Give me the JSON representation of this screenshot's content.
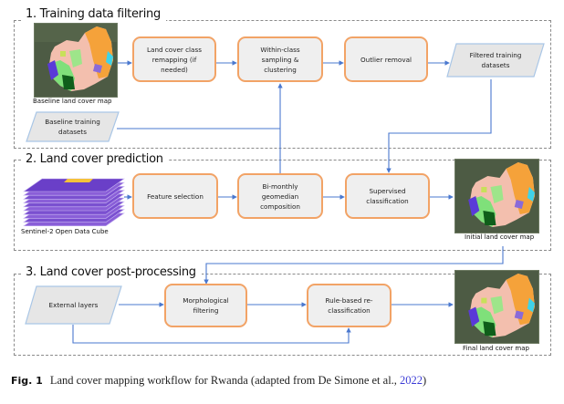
{
  "sections": [
    {
      "title": "1. Training data filtering"
    },
    {
      "title": "2. Land cover prediction"
    },
    {
      "title": "3. Land cover post-processing"
    }
  ],
  "section1": {
    "baseline_map_caption": "Baseline land cover map",
    "baseline_training": "Baseline training datasets",
    "remapping": "Land cover class remapping (if needed)",
    "within_class": "Within-class sampling & clustering",
    "outlier": "Outlier removal",
    "filtered": "Filtered training datasets"
  },
  "section2": {
    "cube_caption": "Sentinel-2 Open Data Cube",
    "feature_selection": "Feature selection",
    "geomedian": "Bi-monthly geomedian composition",
    "supervised": "Supervised classification",
    "initial_map_caption": "Initial land cover map"
  },
  "section3": {
    "external_layers": "External layers",
    "morphological": "Morphological filtering",
    "rule_based": "Rule-based re-classification",
    "final_map_caption": "Final land cover map"
  },
  "caption": {
    "label": "Fig. 1",
    "text": "Land cover mapping workflow for Rwanda (adapted from De Simone et al., ",
    "citation_year": "2022",
    "close": ")"
  },
  "colors": {
    "process_border": "#f2a366",
    "process_fill": "#efefef",
    "data_border": "#a9c6e6",
    "arrow": "#4a78cf",
    "citation_link": "#3b3bd6"
  }
}
